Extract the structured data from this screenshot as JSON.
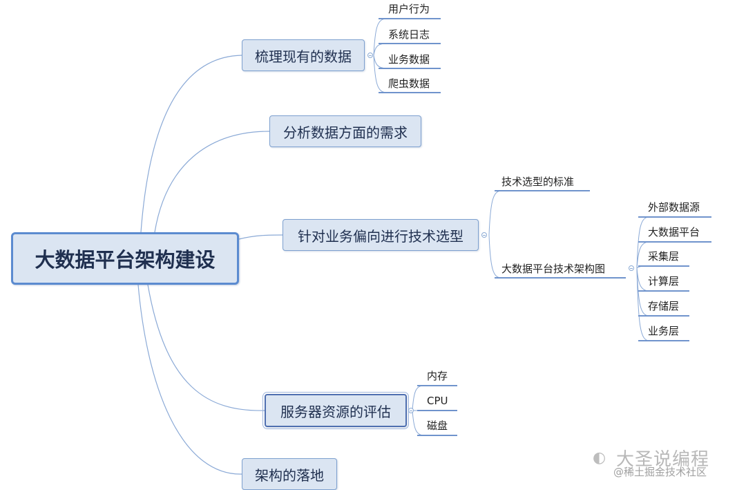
{
  "root": {
    "label": "大数据平台架构建设"
  },
  "branches": [
    {
      "label": "梳理现有的数据",
      "children": [
        "用户行为",
        "系统日志",
        "业务数据",
        "爬虫数据"
      ]
    },
    {
      "label": "分析数据方面的需求",
      "children": []
    },
    {
      "label": "针对业务偏向进行技术选型",
      "children": [
        {
          "label": "技术选型的标准",
          "children": []
        },
        {
          "label": "大数据平台技术架构图",
          "children": [
            "外部数据源",
            "大数据平台",
            "采集层",
            "计算层",
            "存储层",
            "业务层"
          ]
        }
      ]
    },
    {
      "label": "服务器资源的评估",
      "children": [
        "内存",
        "CPU",
        "磁盘"
      ]
    },
    {
      "label": "架构的落地",
      "children": []
    }
  ],
  "watermark": {
    "icon": "wechat-icon",
    "main": "大圣说编程",
    "sub": "@稀土掘金技术社区"
  },
  "colors": {
    "node_fill": "#dbe5f2",
    "node_border": "#7da0cf",
    "root_border": "#5b8bd0",
    "connector": "#8aa9d6",
    "leaf_underline": "#6f93cc"
  }
}
